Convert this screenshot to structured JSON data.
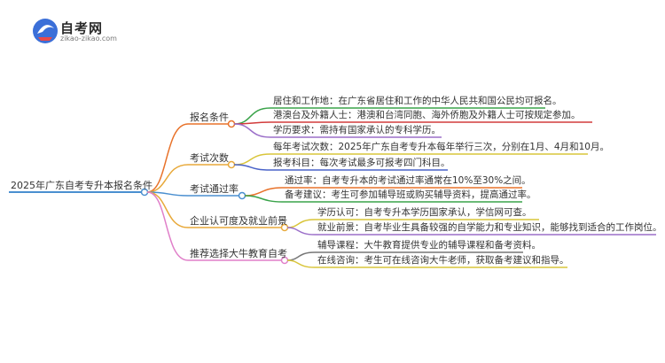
{
  "logo": {
    "title": "自考网",
    "subtitle": "zikao-zikao.com"
  },
  "root": "2025年广东自考专升本报名条件",
  "branches": [
    {
      "label": "报名条件",
      "color": "#e8722a",
      "leaves": [
        {
          "text": "居住和工作地：在广东省居住和工作的中华人民共和国公民均可报名。",
          "color": "#3aa34a"
        },
        {
          "text": "港澳台及外籍人士：港澳和台湾同胞、海外侨胞及外籍人士可按规定参加。",
          "color": "#d23b3b"
        },
        {
          "text": "学历要求：需持有国家承认的专科学历。",
          "color": "#9b6fc9"
        }
      ]
    },
    {
      "label": "考试次数",
      "color": "#e8a93a",
      "leaves": [
        {
          "text": "每年考试次数：2025年广东自考专升本每年举行三次，分别在1月、4月和10月。",
          "color": "#d9c53a"
        },
        {
          "text": "报考科目：每次考试最多可报考四门科目。",
          "color": "#4a63c9"
        }
      ]
    },
    {
      "label": "考试通过率",
      "color": "#4a8fd0",
      "leaves": [
        {
          "text": "通过率：自考专升本的考试通过率通常在10%至30%之间。",
          "color": "#e8722a"
        },
        {
          "text": "备考建议：考生可参加辅导班或购买辅导资料，提高通过率。",
          "color": "#3aa34a"
        }
      ]
    },
    {
      "label": "企业认可度及就业前景",
      "color": "#e8a93a",
      "leaves": [
        {
          "text": "学历认可：自考专升本学历国家承认，学信网可查。",
          "color": "#d9c53a"
        },
        {
          "text": "就业前景：自考毕业生具备较强的自学能力和专业知识，能够找到适合的工作岗位。",
          "color": "#9b6fc9"
        }
      ]
    },
    {
      "label": "推荐选择大牛教育自考",
      "color": "#e07fc9",
      "leaves": [
        {
          "text": "辅导课程：大牛教育提供专业的辅导课程和备考资料。",
          "color": "#777777"
        },
        {
          "text": "在线咨询：考生可在线咨询大牛老师，获取备考建议和指导。",
          "color": "#d9c53a"
        }
      ]
    }
  ]
}
